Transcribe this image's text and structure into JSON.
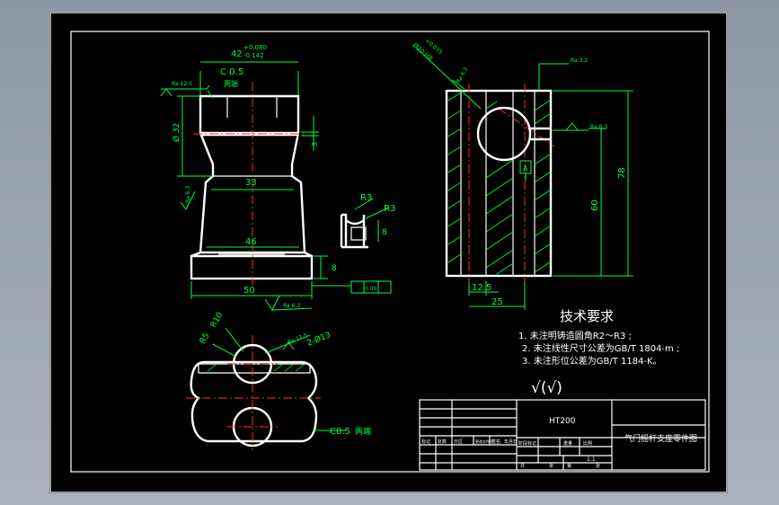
{
  "dimensions": {
    "width_tol": "42",
    "tol_upper": "+0.080",
    "tol_lower": "-0.142",
    "chamfer_top": "C 0.5",
    "both_ends_top": "两端",
    "ra_top": "Ra 12.5",
    "dia_32": "Ø 32",
    "dim_3": "3",
    "dim_33": "33",
    "ra_left": "Ra 6.3",
    "dim_46": "46",
    "dim_8_base": "8",
    "dim_50": "50",
    "flatness": "0.05",
    "ra_bottom": "Ra 6.3",
    "r3_a": "R3",
    "r3_b": "R3",
    "dim_8_small": "8",
    "bore_h8": "Ø20 H8",
    "bore_h8_tol": "+0.033",
    "ra_side_top": "Ra 6.3",
    "ra_side_right": "Ra 3.2",
    "ra_side_slot": "Ra 6.3",
    "datum_a": "A",
    "dim_78": "78",
    "dim_60": "60",
    "dim_12_5": "12.5",
    "dim_25": "25",
    "r10": "R10",
    "r5": "R5",
    "hole_spec": "2-Ø13",
    "ra_plan": "Ra 12.5",
    "chamfer_plan": "C0.5",
    "both_ends_plan": "两端"
  },
  "notes": {
    "title": "技术要求",
    "items": [
      "1. 未注明铸造圆角R2～R3 ;",
      "2. 未注线性尺寸公差为GB/T 1804-m ;",
      "3. 未注形位公差为GB/T 1184-K。"
    ],
    "surface_symbol": "√(√)"
  },
  "title_block": {
    "material": "HT200",
    "part_name": "气门摇杆支座零件图",
    "scale": "1:1",
    "labels": [
      "标记",
      "处数",
      "分区",
      "更改文件号",
      "签名",
      "年月日",
      "阶段标记",
      "重量",
      "比例",
      "共",
      "张",
      "第",
      "张"
    ]
  },
  "colors": {
    "background": "#000000",
    "outline": "#ffffff",
    "dimension": "#00ff3c",
    "centerline": "#ff2a2a",
    "frame_bg": "#98a2ad"
  }
}
